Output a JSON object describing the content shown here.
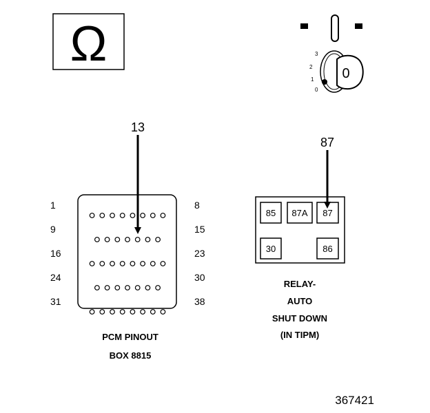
{
  "ohm_symbol": "Ω",
  "ignition": {
    "positions": [
      "3",
      "2",
      "1",
      "0"
    ],
    "key_label": "0"
  },
  "pcm": {
    "callout_pin": "13",
    "row_labels_left": [
      "1",
      "9",
      "16",
      "24",
      "31"
    ],
    "row_labels_right": [
      "8",
      "15",
      "23",
      "30",
      "38"
    ],
    "row_pin_counts": [
      8,
      7,
      8,
      7,
      8
    ],
    "title_line1": "PCM PINOUT",
    "title_line2": "BOX 8815"
  },
  "relay": {
    "callout_pin": "87",
    "terminals_top": [
      "85",
      "87A",
      "87"
    ],
    "terminals_bottom": [
      "30",
      "86"
    ],
    "title_line1": "RELAY-",
    "title_line2": "AUTO",
    "title_line3": "SHUT DOWN",
    "title_line4": "(IN TIPM)"
  },
  "figure_number": "367421"
}
